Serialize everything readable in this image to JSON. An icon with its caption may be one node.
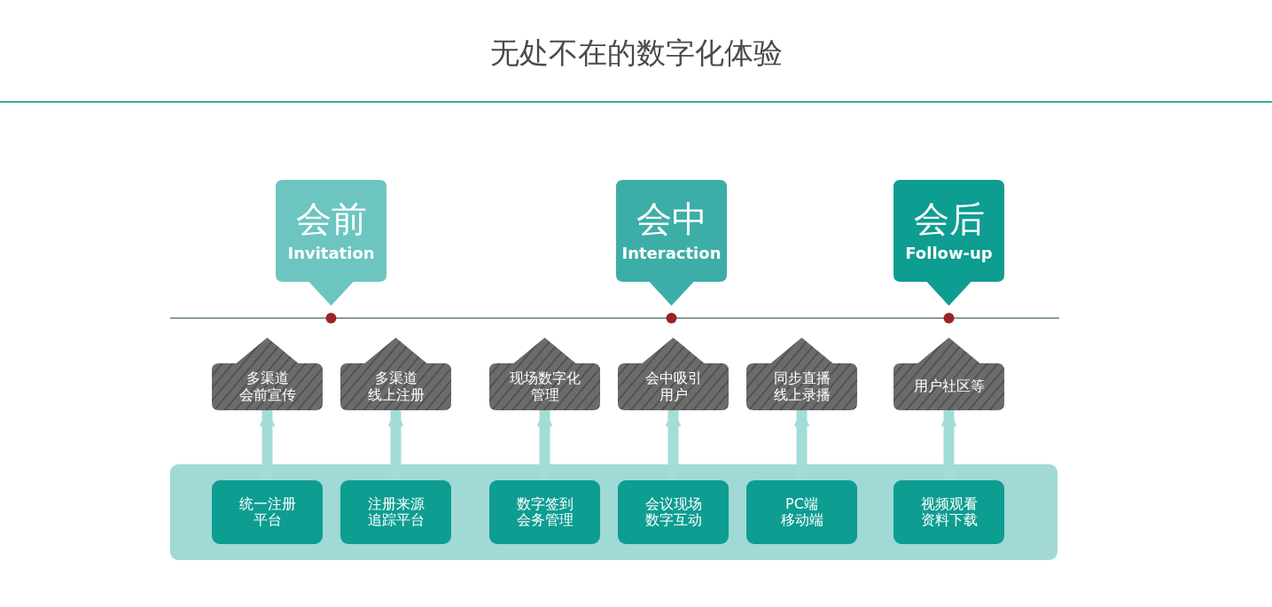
{
  "diagram": {
    "title": "无处不在的数字化体验",
    "nodes": [
      {
        "text": [
          "会前",
          "Invitation"
        ]
      },
      {
        "text": [
          "会中",
          "Interaction"
        ]
      },
      {
        "text": [
          "会后",
          "Follow-up"
        ]
      },
      {
        "text": [
          "多渠道会前宣传"
        ]
      },
      {
        "text": [
          "多渠道线上注册"
        ]
      },
      {
        "text": [
          "现场数字化管理"
        ]
      },
      {
        "text": [
          "会中吸引用户"
        ]
      },
      {
        "text": [
          "同步直播线上录播"
        ]
      },
      {
        "text": [
          "用户社区等"
        ]
      },
      {
        "text": [],
        "shape": "box"
      },
      {
        "text": [
          "统一注册平台"
        ],
        "in": 9
      },
      {
        "text": [
          "注册来源追踪平台"
        ],
        "in": 9
      },
      {
        "text": [
          "数字签到会务管理"
        ],
        "in": 9
      },
      {
        "text": [
          "会议现场数字互动"
        ],
        "in": 9
      },
      {
        "text": [
          "PC端移动端"
        ],
        "in": 9
      },
      {
        "text": [
          "视频观看资料下载"
        ],
        "in": 9
      }
    ],
    "edges": [
      {
        "from": 10,
        "to": 3,
        "arrow": "to"
      },
      {
        "from": 11,
        "to": 4,
        "arrow": "to"
      },
      {
        "from": 12,
        "to": 5,
        "arrow": "to"
      },
      {
        "from": 13,
        "to": 6,
        "arrow": "to"
      },
      {
        "from": 14,
        "to": 7,
        "arrow": "to"
      },
      {
        "from": 15,
        "to": 8,
        "arrow": "to"
      }
    ]
  }
}
